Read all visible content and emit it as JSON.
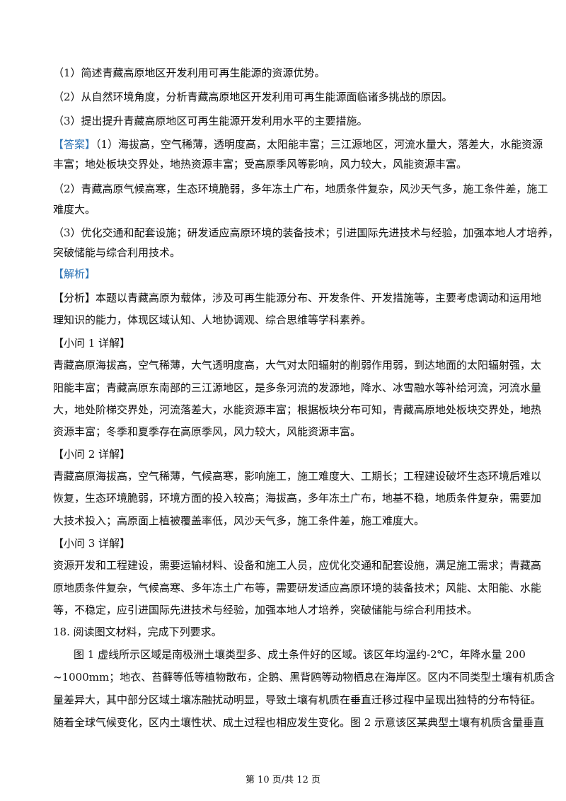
{
  "questions": {
    "q1": "（1）简述青藏高原地区开发利用可再生能源的资源优势。",
    "q2": "（2）从自然环境角度，分析青藏高原地区开发利用可再生能源面临诸多挑战的原因。",
    "q3": "（3）提出提升青藏高原地区可再生能源开发利用水平的主要措施。"
  },
  "answer": {
    "label": "【答案】",
    "l1": "（1）海拔高，空气稀薄，透明度高，太阳能丰富；三江源地区，河流水量大，落差大，水能资源",
    "l2": "丰富；地处板块交界处，地热资源丰富；受高原季风等影响，风力较大，风能资源丰富。",
    "l3": "（2）青藏高原气候高寒，生态环境脆弱，多年冻土广布，地质条件复杂，风沙天气多，施工条件差，施工",
    "l4": "难度大。",
    "l5": "（3）优化交通和配套设施；研发适应高原环境的装备技术；引进国际先进技术与经验，加强本地人才培养，",
    "l6": "突破储能与综合利用技术。"
  },
  "analysis": {
    "label": "【解析】",
    "fenxi_1": "【分析】本题以青藏高原为载体，涉及可再生能源分布、开发条件、开发措施等，主要考虑调动和运用地",
    "fenxi_2": "理知识的能力，体现区域认知、人地协调观、综合思维等学科素养。",
    "s1_title": "【小问 1 详解】",
    "s1_l1": "青藏高原海拔高，空气稀薄，大气透明度高，大气对太阳辐射的削弱作用弱，到达地面的太阳辐射强，太",
    "s1_l2": "阳能丰富；青藏高原东南部的三江源地区，是多条河流的发源地，降水、冰雪融水等补给河流，河流水量",
    "s1_l3": "大，地处阶梯交界处，河流落差大，水能资源丰富；根据板块分布可知，青藏高原地处板块交界处，地热",
    "s1_l4": "资源丰富；冬季和夏季存在高原季风，风力较大，风能资源丰富。",
    "s2_title": "【小问 2 详解】",
    "s2_l1": "青藏高原海拔高，空气稀薄，气候高寒，影响施工，施工难度大、工期长；工程建设破坏生态环境后难以",
    "s2_l2": "恢复，生态环境脆弱，环境方面的投入较高；海拔高，多年冻土广布，地基不稳，地质条件复杂，需要加",
    "s2_l3": "大技术投入；高原面上植被覆盖率低，风沙天气多，施工条件差，施工难度大。",
    "s3_title": "【小问 3 详解】",
    "s3_l1": "资源开发和工程建设，需要运输材料、设备和施工人员，应优化交通和配套设施，满足施工需求；青藏高",
    "s3_l2": "原地质条件复杂，气候高寒、多年冻土广布等，需要研发适应高原环境的装备技术；风能、太阳能、水能",
    "s3_l3": "等，不稳定，应引进国际先进技术与经验，加强本地人才培养，突破储能与综合利用技术。"
  },
  "q18": {
    "title": "18. 阅读图文材料，完成下列要求。",
    "p1": "图 1 虚线所示区域是南极洲土壤类型多、成土条件好的区域。该区年均温约-2℃，年降水量 200",
    "p2": "~1000mm；地衣、苔藓等低等植物散布，企鹅、黑背鸥等动物栖息在海岸区。区内不同类型土壤有机质含",
    "p3": "量差异大，其中部分区域土壤冻融扰动明显，导致土壤有机质在垂直迁移过程中呈现出独特的分布特征。",
    "p4": "随着全球气候变化，区内土壤性状、成土过程也相应发生变化。图 2 示意该区某典型土壤有机质含量垂直"
  },
  "footer": {
    "page": "第 10 页/共 12 页"
  },
  "colors": {
    "accent": "#2e74b5",
    "text": "#111111"
  }
}
